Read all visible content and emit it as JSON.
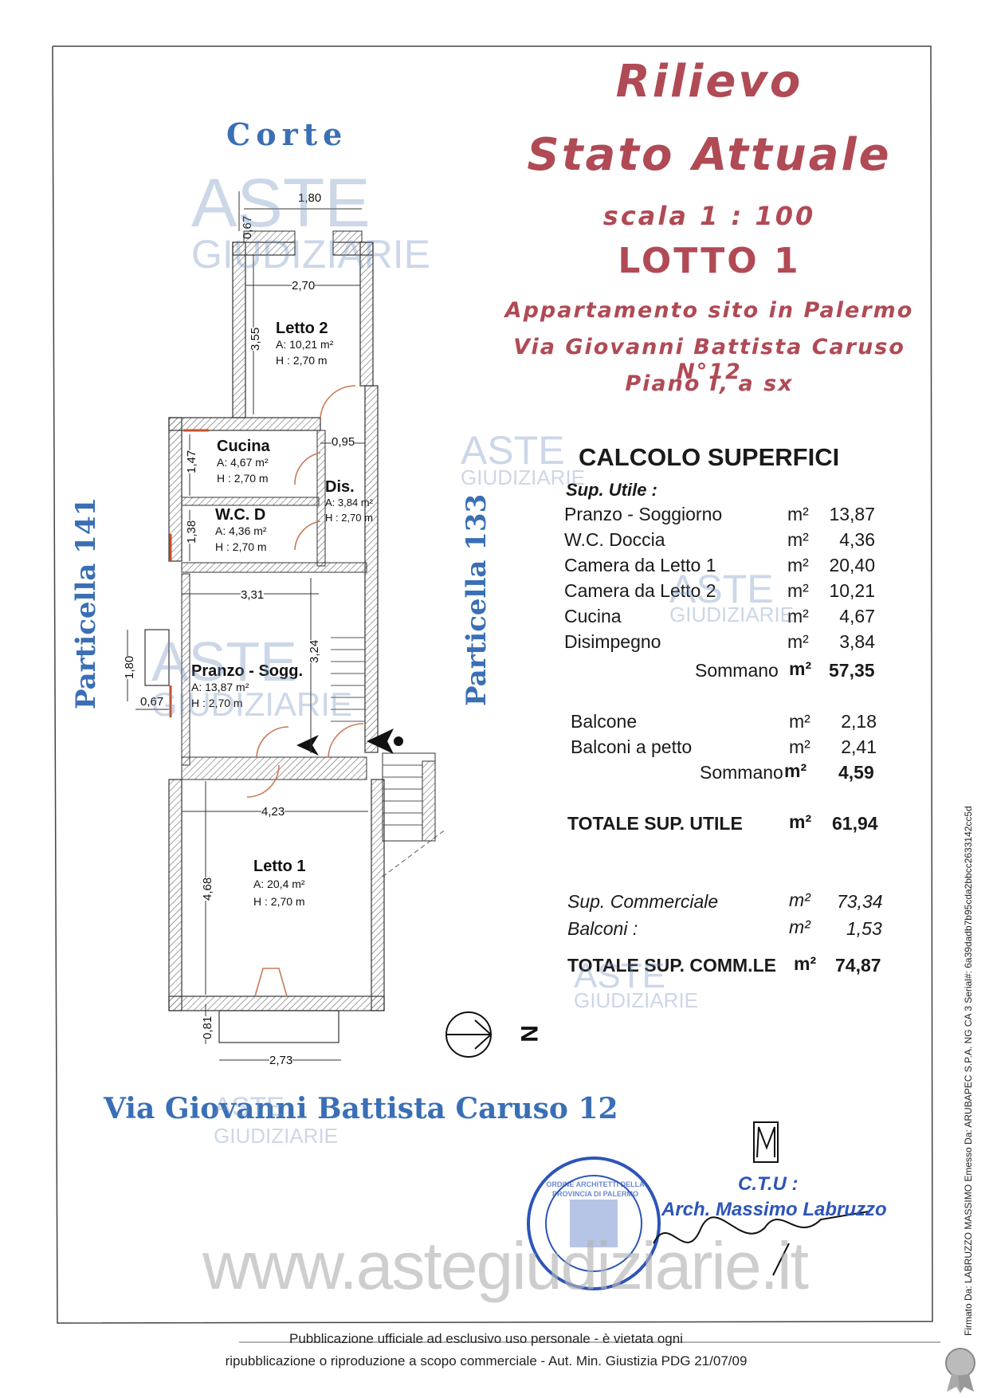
{
  "title": {
    "line1": "Rilievo",
    "line2": "Stato Attuale",
    "scale": "scala 1 : 100",
    "lotto": "LOTTO 1",
    "address1": "Appartamento sito in Palermo",
    "address2": "Via Giovanni Battista Caruso N°12",
    "address3": "Piano I, a sx"
  },
  "plan": {
    "top_label": "Corte",
    "left_label": "Particella 141",
    "right_label": "Particella 133",
    "bottom_label": "Via Giovanni Battista Caruso 12",
    "north": "N",
    "rooms": {
      "letto2": {
        "name": "Letto 2",
        "area": "A: 10,21 m²",
        "height": "H : 2,70 m"
      },
      "cucina": {
        "name": "Cucina",
        "area": "A: 4,67 m²",
        "height": "H : 2,70 m"
      },
      "dis": {
        "name": "Dis.",
        "area": "A: 3,84 m²",
        "height": "H : 2,70 m"
      },
      "wc": {
        "name": "W.C. D",
        "area": "A: 4,36 m²",
        "height": "H : 2,70 m"
      },
      "pranzo": {
        "name": "Pranzo - Sogg.",
        "area": "A: 13,87 m²",
        "height": "H : 2,70 m"
      },
      "letto1": {
        "name": "Letto 1",
        "area": "A: 20,4 m²",
        "height": "H : 2,70 m"
      }
    },
    "dims": {
      "d180top": "1,80",
      "d067top": "0,67",
      "d270": "2,70",
      "d355": "3,55",
      "d095": "0,95",
      "d147": "1,47",
      "d138": "1,38",
      "d331": "3,31",
      "d324": "3,24",
      "d180left": "1,80",
      "d067left": "0,67",
      "d423": "4,23",
      "d468": "4,68",
      "d081": "0,81",
      "d273": "2,73"
    }
  },
  "calc": {
    "heading": "CALCOLO SUPERFICI",
    "sup_utile_label": "Sup. Utile :",
    "unit": "m²",
    "rows": [
      {
        "label": "Pranzo - Soggiorno",
        "value": "13,87"
      },
      {
        "label": "W.C. Doccia",
        "value": "4,36"
      },
      {
        "label": "Camera da Letto 1",
        "value": "20,40"
      },
      {
        "label": "Camera da Letto 2",
        "value": "10,21"
      },
      {
        "label": "Cucina",
        "value": "4,67"
      },
      {
        "label": "Disimpegno",
        "value": "3,84"
      }
    ],
    "sommano1_label": "Sommano",
    "sommano1_value": "57,35",
    "balcony_rows": [
      {
        "label": "Balcone",
        "value": "2,18"
      },
      {
        "label": "Balconi a petto",
        "value": "2,41"
      }
    ],
    "sommano2_label": "Sommano",
    "sommano2_value": "4,59",
    "totale_utile_label": "TOTALE SUP. UTILE",
    "totale_utile_value": "61,94",
    "commerciale_label": "Sup. Commerciale",
    "commerciale_value": "73,34",
    "balconi_label": "Balconi :",
    "balconi_value": "1,53",
    "totale_comm_label": "TOTALE SUP. COMM.LE",
    "totale_comm_value": "74,87"
  },
  "ctu": {
    "label": "C.T.U :",
    "name": "Arch. Massimo Labruzzo",
    "stamp_text": "ORDINE ARCHITETTI DELLA PROVINCIA DI PALERMO"
  },
  "watermarks": {
    "aste": "ASTE",
    "giudiziarie": "GIUDIZIARIE",
    "site": "www.astegiudiziarie.it"
  },
  "disclaimer": {
    "line1": "Pubblicazione ufficiale ad esclusivo uso personale - è vietata ogni",
    "line2": "ripubblicazione o riproduzione a scopo commerciale - Aut. Min. Giustizia PDG 21/07/09"
  },
  "signature_side": "Firmato Da: LABRUZZO MASSIMO Emesso Da: ARUBAPEC S.P.A. NG CA 3 Serial#: 6a39dadb7b95cda2bbcc2633142cc5d"
}
